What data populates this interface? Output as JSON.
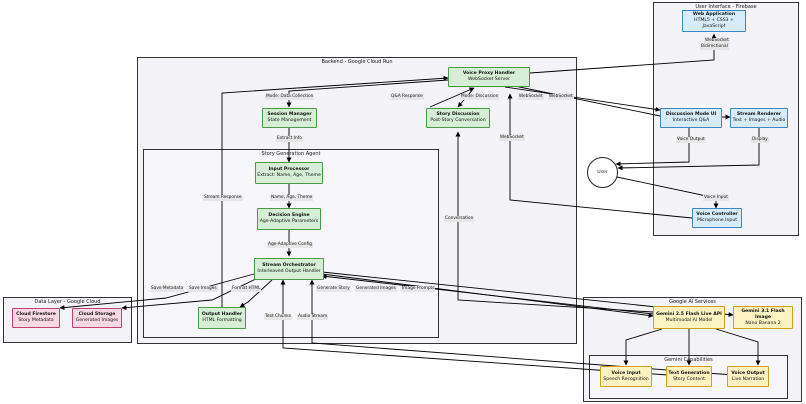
{
  "clusters": {
    "ui": "User Interface - Firebase",
    "backend": "Backend - Google Cloud Run",
    "agent": "Story Generation Agent",
    "data": "Data Layer - Google Cloud",
    "ai": "Google AI Services",
    "caps": "Gemini Capabilities"
  },
  "nodes": {
    "webapp": {
      "title": "Web Application",
      "sub": "HTML5 + CSS3 + JavaScript"
    },
    "proxy": {
      "title": "Voice Proxy Handler",
      "sub": "WebSocket Server"
    },
    "session": {
      "title": "Session Manager",
      "sub": "State Management"
    },
    "discussion": {
      "title": "Story Discussion",
      "sub": "Post-Story Conversation"
    },
    "discui": {
      "title": "Discussion Mode UI",
      "sub": "Interactive Q&A"
    },
    "renderer": {
      "title": "Stream Renderer",
      "sub": "Text + Images + Audio"
    },
    "user": {
      "title": "User"
    },
    "voicectl": {
      "title": "Voice Controller",
      "sub": "Microphone Input"
    },
    "input": {
      "title": "Input Processor",
      "sub": "Extract: Name, Age, Theme"
    },
    "decision": {
      "title": "Decision Engine",
      "sub": "Age-Adaptive Parameters"
    },
    "orch": {
      "title": "Stream Orchestrator",
      "sub": "Interleaved Output Handler"
    },
    "output": {
      "title": "Output Handler",
      "sub": "HTML Formatting"
    },
    "firestore": {
      "title": "Cloud Firestore",
      "sub": "Story Metadata"
    },
    "storage": {
      "title": "Cloud Storage",
      "sub": "Generated Images"
    },
    "gemlive": {
      "title": "Gemini 2.5 Flash Live API",
      "sub": "Multimodal AI Model"
    },
    "gemimg": {
      "title": "Gemini 3.1 Flash Image",
      "sub": "Nano Banana 2"
    },
    "vin": {
      "title": "Voice Input",
      "sub": "Speech Recognition"
    },
    "tgen": {
      "title": "Text Generation",
      "sub": "Story Content"
    },
    "vout": {
      "title": "Voice Output",
      "sub": "Live Narration"
    }
  },
  "edge_labels": {
    "ws_bi_1": "WebSocket",
    "ws_bi_2": "Bidirectional",
    "mode_collect": "Mode: Data Collection",
    "qa_response": "Q&A Response",
    "mode_discussion": "Mode: Discussion",
    "websocket_a": "WebSocket",
    "websocket_b": "WebSocket",
    "websocket_c": "WebSocket",
    "extract_info": "Extract Info",
    "voice_output": "Voice Output",
    "display": "Display",
    "stream_response": "Stream Response",
    "name_age_theme": "Name, Age, Theme",
    "voice_input": "Voice Input",
    "conversation": "Conversation",
    "age_config": "Age-Adaptive Config",
    "save_metadata": "Save Metadata",
    "save_images": "Save Images",
    "format_html": "Format HTML",
    "generate_story": "Generate Story",
    "generated_images": "Generated Images",
    "image_prompts": "Image Prompts",
    "text_chunks": "Text Chunks",
    "audio_stream": "Audio Stream"
  },
  "colors": {
    "green_fill": "#d5eed5",
    "green_stroke": "#4a9a4a",
    "blue_fill": "#d6ecfa",
    "blue_stroke": "#3a88c4",
    "pink_fill": "#fad8e4",
    "pink_stroke": "#c04070",
    "yellow_fill": "#fdf2c2",
    "yellow_stroke": "#d4a017",
    "wire": "#000000"
  }
}
